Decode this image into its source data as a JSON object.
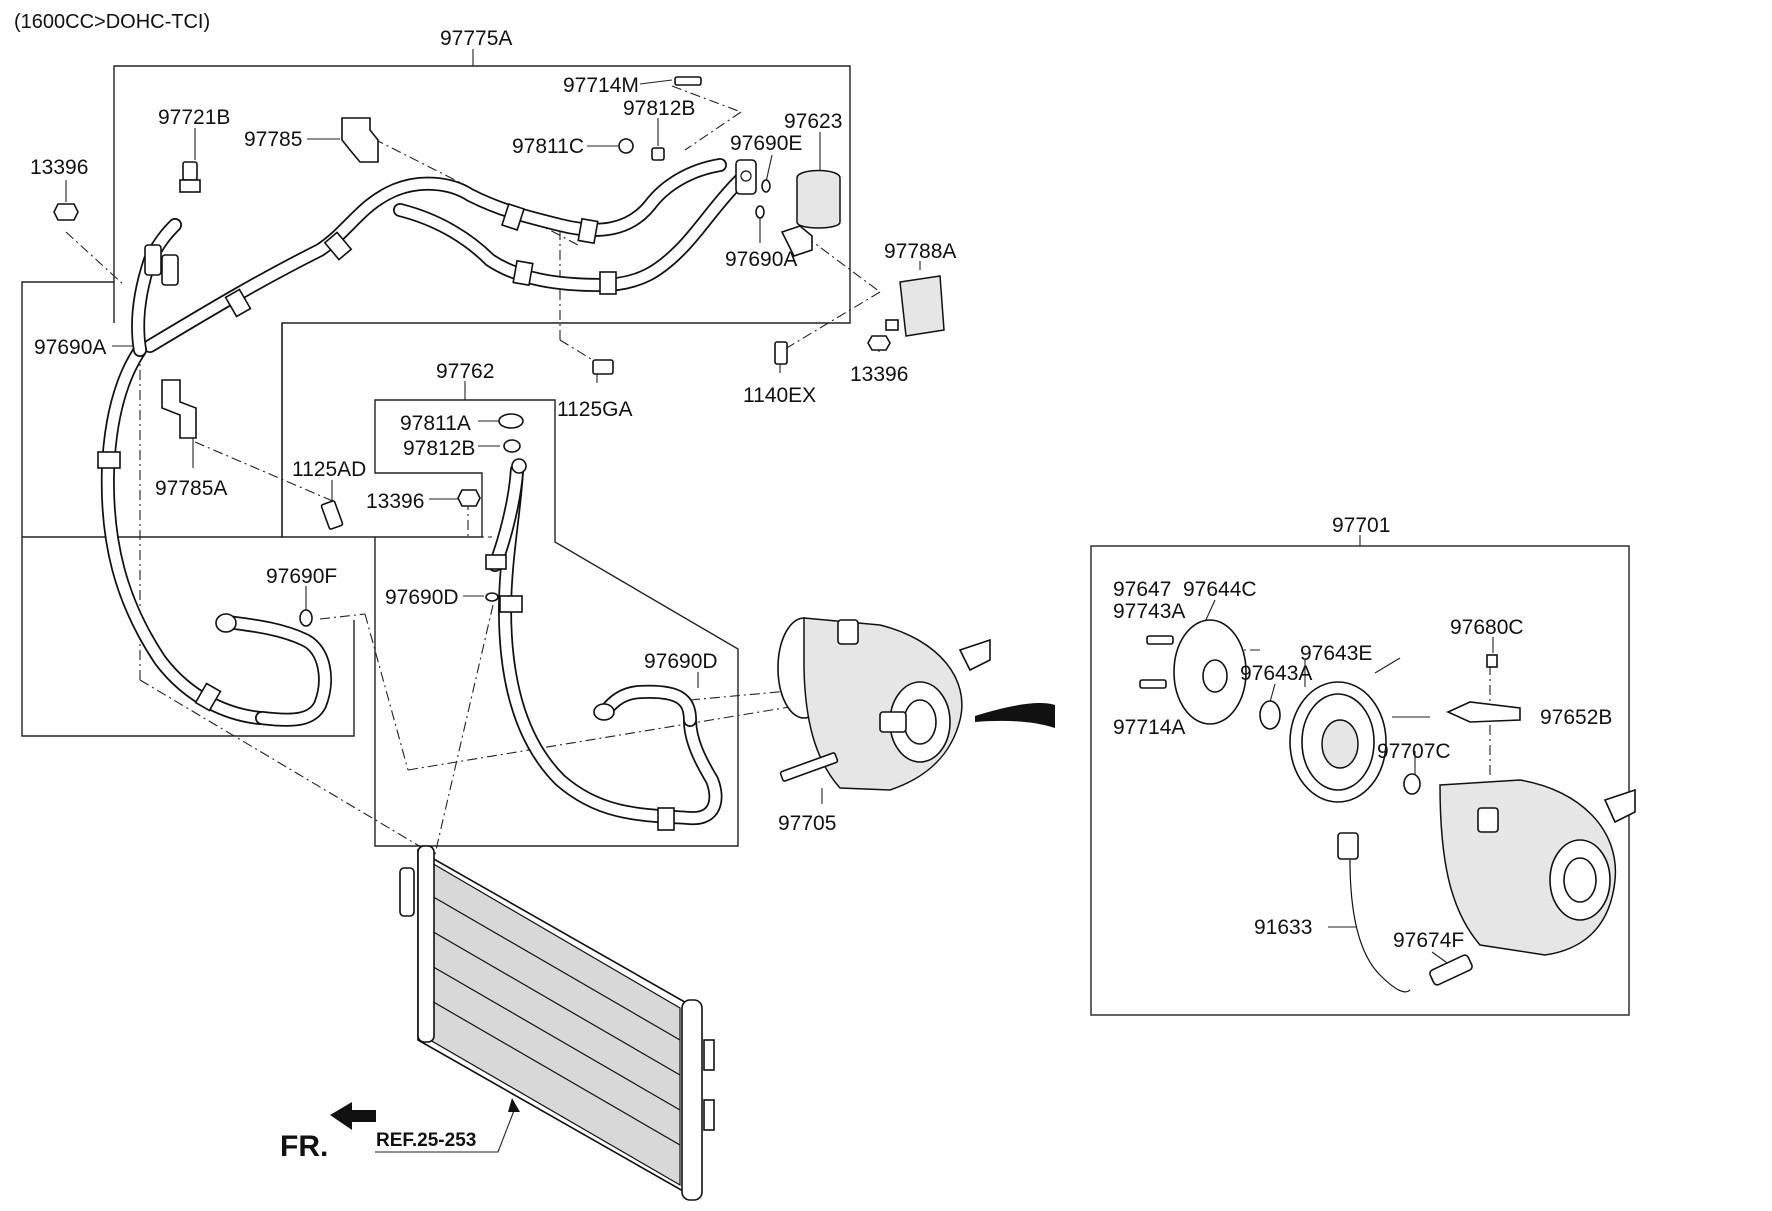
{
  "header": {
    "variant": "(1600CC>DOHC-TCI)"
  },
  "labels": {
    "l97775A": "97775A",
    "l97714M": "97714M",
    "l97721B": "97721B",
    "l97812B_top": "97812B",
    "l97623": "97623",
    "l97785": "97785",
    "l97811C": "97811C",
    "l97690E": "97690E",
    "l13396_tl": "13396",
    "l97690A_r": "97690A",
    "l97788A": "97788A",
    "l97690A_l": "97690A",
    "l1140EX": "1140EX",
    "l13396_r": "13396",
    "l97762": "97762",
    "l1125GA": "1125GA",
    "l97811A": "97811A",
    "l97812B_mid": "97812B",
    "l97785A": "97785A",
    "l1125AD": "1125AD",
    "l13396_mid": "13396",
    "l97690F": "97690F",
    "l97690D_l": "97690D",
    "l97690D_r": "97690D",
    "l97705": "97705",
    "l97701": "97701",
    "l97647": "97647",
    "l97644C": "97644C",
    "l97743A": "97743A",
    "l97643E": "97643E",
    "l97680C": "97680C",
    "l97643A": "97643A",
    "l97714A": "97714A",
    "l97652B": "97652B",
    "l97707C": "97707C",
    "l91633": "91633",
    "l97674F": "97674F",
    "fr": "FR.",
    "ref": "REF.25-253"
  }
}
